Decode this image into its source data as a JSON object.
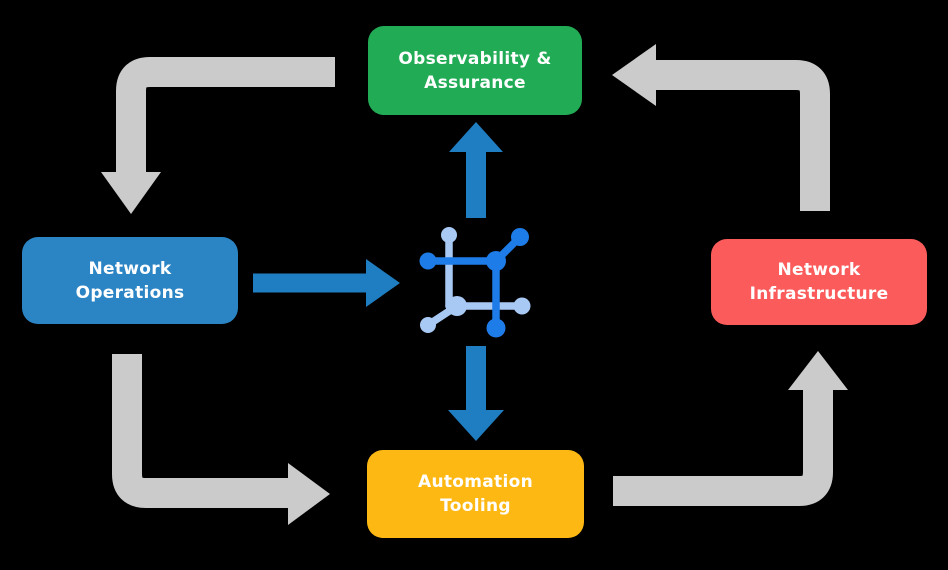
{
  "canvas": {
    "background": "#000000"
  },
  "colors": {
    "gray_arrow": "#cbcbcb",
    "blue_arrow": "#1f7ec2",
    "icon_dark_blue": "#1e7ce8",
    "icon_light_blue": "#a8c9f4",
    "label_text": "#ffffff"
  },
  "nodes": {
    "observability": {
      "line1": "Observability &",
      "line2": "Assurance",
      "color": "#22ab55"
    },
    "operations": {
      "line1": "Network",
      "line2": "Operations",
      "color": "#2b84c4"
    },
    "infrastructure": {
      "line1": "Network",
      "line2": "Infrastructure",
      "color": "#fc5b5b"
    },
    "automation": {
      "line1": "Automation",
      "line2": "Tooling",
      "color": "#fdb813"
    }
  },
  "icon": {
    "name": "network-automation-icon"
  },
  "arrows": [
    {
      "from": "Observability & Assurance",
      "to": "Network Operations",
      "style": "gray-elbow"
    },
    {
      "from": "Network Operations",
      "to": "Automation Tooling",
      "style": "gray-elbow"
    },
    {
      "from": "Automation Tooling",
      "to": "Network Infrastructure",
      "style": "gray-elbow"
    },
    {
      "from": "Network Infrastructure",
      "to": "Observability & Assurance",
      "style": "gray-elbow"
    },
    {
      "from": "Network Operations",
      "to": "center-icon",
      "style": "blue-straight"
    },
    {
      "from": "center-icon",
      "to": "Observability & Assurance",
      "style": "blue-straight"
    },
    {
      "from": "center-icon",
      "to": "Automation Tooling",
      "style": "blue-straight"
    }
  ]
}
